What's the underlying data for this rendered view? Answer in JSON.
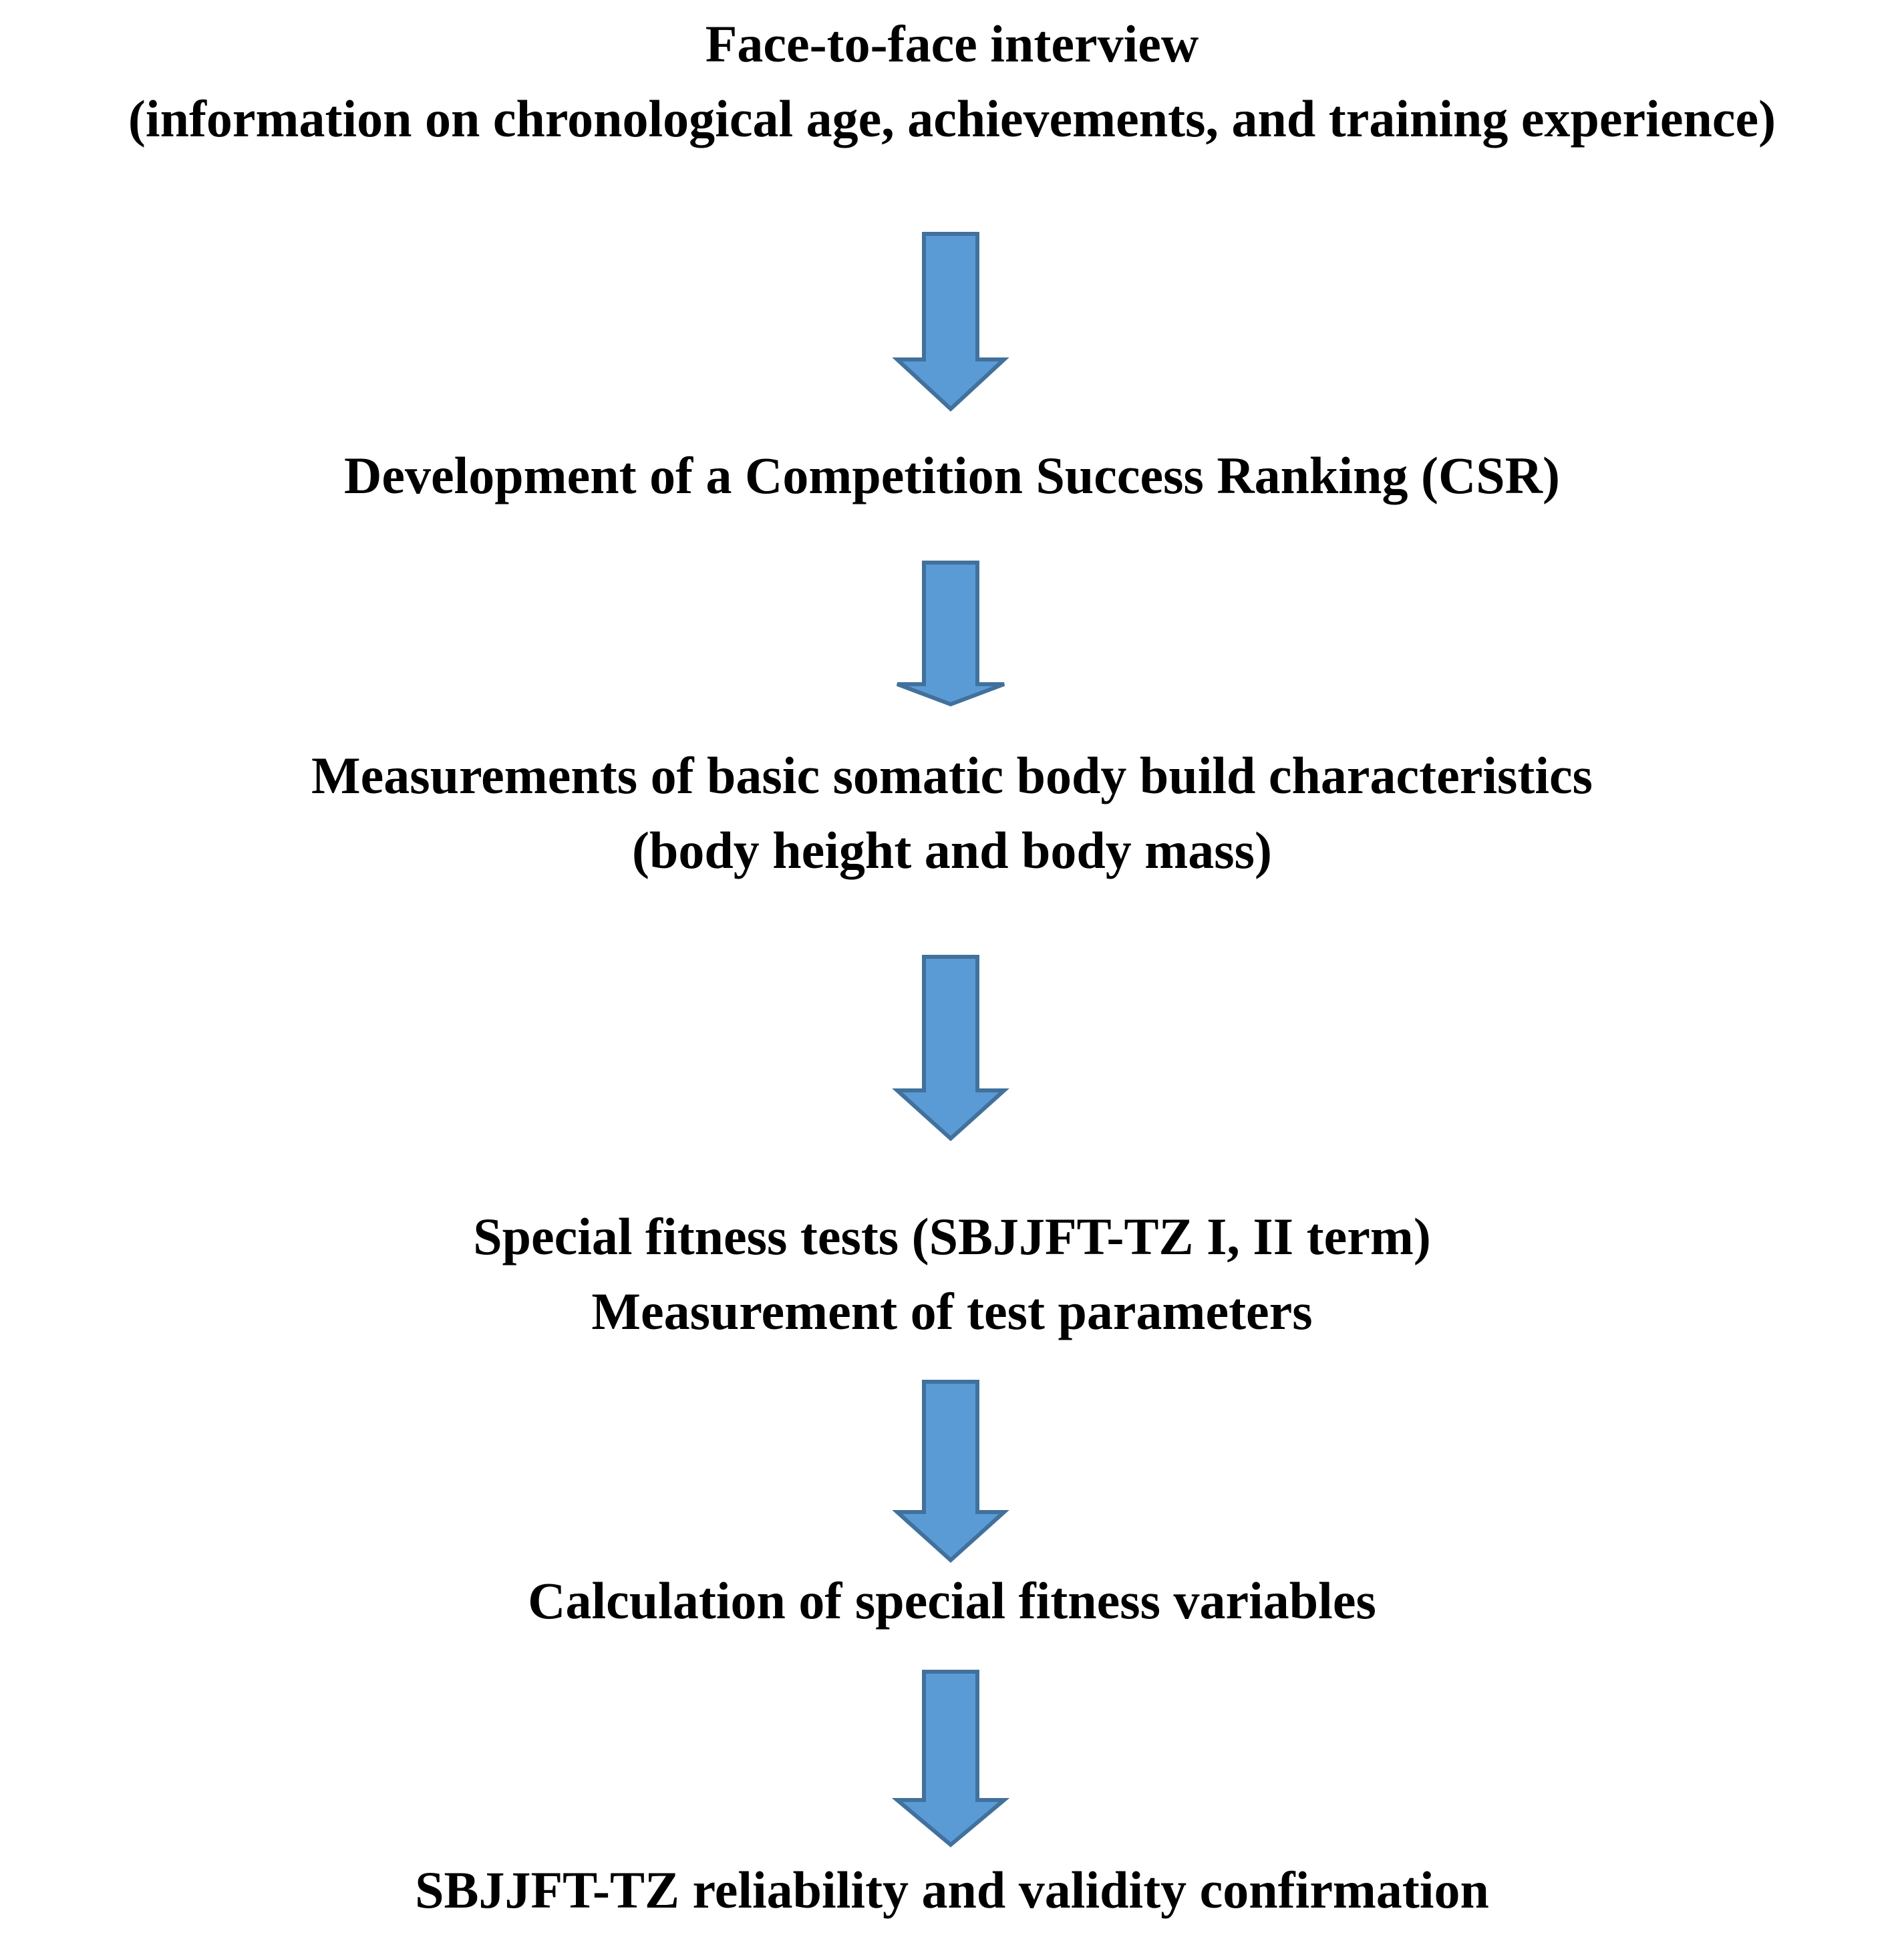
{
  "flow": {
    "steps": [
      {
        "lines": [
          "Face-to-face interview",
          "(information on chronological age, achievements, and training experience)"
        ]
      },
      {
        "lines": [
          "Development of a Competition Success Ranking (CSR)"
        ]
      },
      {
        "lines": [
          "Measurements of basic somatic body build characteristics",
          "(body height and body mass)"
        ]
      },
      {
        "lines": [
          "Special fitness tests (SBJJFT-TZ I, II term)",
          "Measurement of test parameters"
        ]
      },
      {
        "lines": [
          "Calculation of special fitness variables"
        ]
      },
      {
        "lines": [
          "SBJJFT-TZ reliability and validity confirmation"
        ]
      }
    ]
  },
  "colors": {
    "arrow_fill": "#5B9BD5",
    "arrow_stroke": "#41719C",
    "text": "#000000"
  },
  "icons": {
    "connector": "down-arrow-icon"
  }
}
